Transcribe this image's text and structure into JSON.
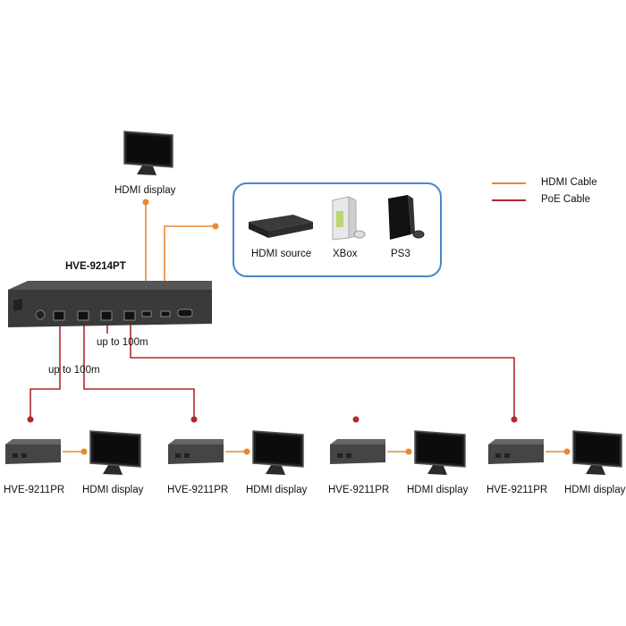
{
  "legend": {
    "hdmi_cable": "HDMI Cable",
    "poe_cable": "PoE Cable",
    "hdmi_color": "#e58a2e",
    "poe_color": "#b3282d"
  },
  "transmitter": {
    "model": "HVE-9214PT",
    "top_display_label": "HDMI display"
  },
  "sources": {
    "items": [
      {
        "label": "HDMI source",
        "icon": "media-player-icon"
      },
      {
        "label": "XBox",
        "icon": "xbox-console-icon"
      },
      {
        "label": "PS3",
        "icon": "ps3-console-icon"
      }
    ]
  },
  "distance": {
    "label_1": "up to 100m",
    "label_2": "up to 100m"
  },
  "receivers": [
    {
      "model": "HVE-9211PR",
      "display": "HDMI display"
    },
    {
      "model": "HVE-9211PR",
      "display": "HDMI display"
    },
    {
      "model": "HVE-9211PR",
      "display": "HDMI display"
    },
    {
      "model": "HVE-9211PR",
      "display": "HDMI display"
    }
  ]
}
